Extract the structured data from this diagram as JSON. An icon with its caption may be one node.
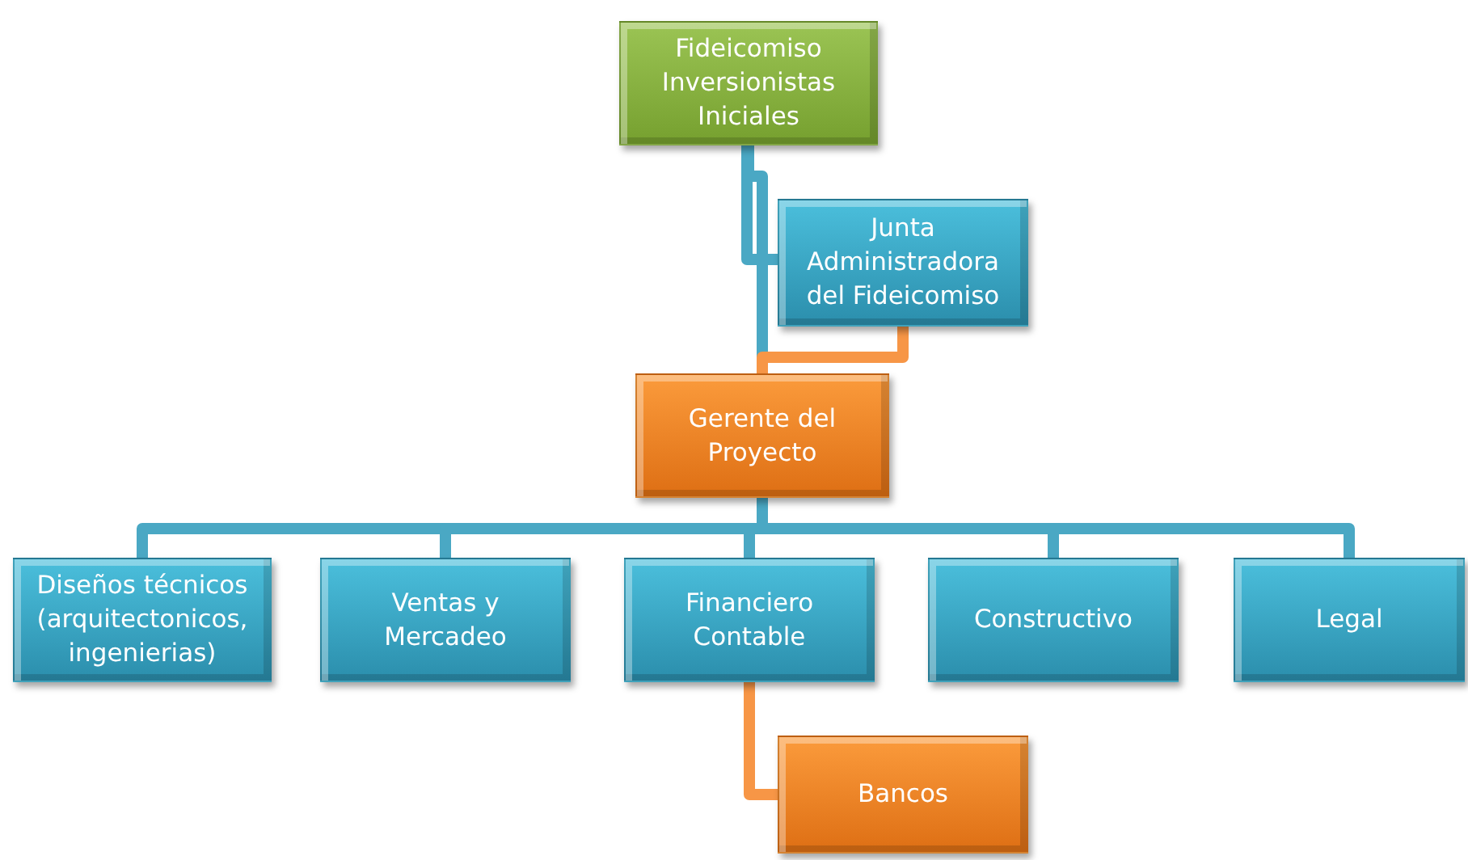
{
  "diagram": {
    "nodes": [
      {
        "text": [
          "Fideicomiso Inversionistas Iniciales"
        ]
      },
      {
        "text": [
          "Junta Administradora del Fideicomiso"
        ]
      },
      {
        "text": [
          "Gerente del Proyecto"
        ]
      },
      {
        "text": [
          "Diseños técnicos (arquitectonicos, ingenierias)"
        ]
      },
      {
        "text": [
          "Ventas y Mercadeo"
        ]
      },
      {
        "text": [
          "Financiero Contable"
        ]
      },
      {
        "text": [
          "Constructivo"
        ]
      },
      {
        "text": [
          "Legal"
        ]
      },
      {
        "text": [
          "Bancos"
        ]
      }
    ],
    "edges": [
      {
        "from": 0,
        "to": 2,
        "arrow": "none"
      },
      {
        "from": 0,
        "to": 1,
        "arrow": "none"
      },
      {
        "from": 1,
        "to": 2,
        "arrow": "none",
        "color": "#f79646"
      },
      {
        "from": 2,
        "to": 3,
        "arrow": "none"
      },
      {
        "from": 2,
        "to": 4,
        "arrow": "none"
      },
      {
        "from": 2,
        "to": 5,
        "arrow": "none"
      },
      {
        "from": 2,
        "to": 6,
        "arrow": "none"
      },
      {
        "from": 2,
        "to": 7,
        "arrow": "none"
      },
      {
        "from": 5,
        "to": 8,
        "arrow": "none",
        "color": "#f79646"
      }
    ]
  }
}
